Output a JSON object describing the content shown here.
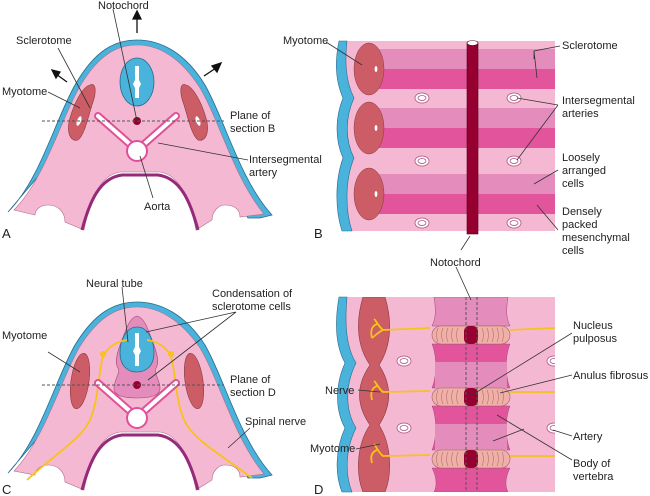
{
  "panels": {
    "A": {
      "letter": "A",
      "labels": {
        "notochord": "Notochord",
        "sclerotome": "Sclerotome",
        "myotome": "Myotome",
        "plane_1": "Plane of",
        "plane_2": "section B",
        "interseg_1": "Intersegmental",
        "interseg_2": "artery",
        "aorta": "Aorta"
      }
    },
    "B": {
      "letter": "B",
      "labels": {
        "myotome": "Myotome",
        "sclerotome": "Sclerotome",
        "arteries_1": "Intersegmental",
        "arteries_2": "arteries",
        "loose_1": "Loosely",
        "loose_2": "arranged",
        "loose_3": "cells",
        "dense_1": "Densely",
        "dense_2": "packed",
        "dense_3": "mesenchymal",
        "dense_4": "cells"
      }
    },
    "C": {
      "letter": "C",
      "labels": {
        "neural_tube": "Neural tube",
        "condensation_1": "Condensation of",
        "condensation_2": "sclerotome cells",
        "myotome": "Myotome",
        "plane_1": "Plane of",
        "plane_2": "section D",
        "spinal_nerve": "Spinal nerve"
      }
    },
    "D": {
      "letter": "D",
      "labels": {
        "notochord": "Notochord",
        "nucleus_1": "Nucleus",
        "nucleus_2": "pulposus",
        "anulus": "Anulus fibrosus",
        "nerve": "Nerve",
        "artery": "Artery",
        "myotome": "Myotome",
        "body_1": "Body of",
        "body_2": "vertebra"
      }
    }
  },
  "colors": {
    "tissue_pink": "#f5b8d2",
    "ectoderm_blue": "#4ab3dc",
    "myotome_red": "#cc5c66",
    "neural_blue": "#4ab3dc",
    "artery_pink": "#e0509a",
    "notochord": "#960030",
    "gut_purple": "#962a7a",
    "sclerotome_mid": "#e48cbb",
    "sclerotome_dense": "#e2559c",
    "nerve_yellow": "#f7c21a",
    "disc": "#f0b0a8"
  }
}
